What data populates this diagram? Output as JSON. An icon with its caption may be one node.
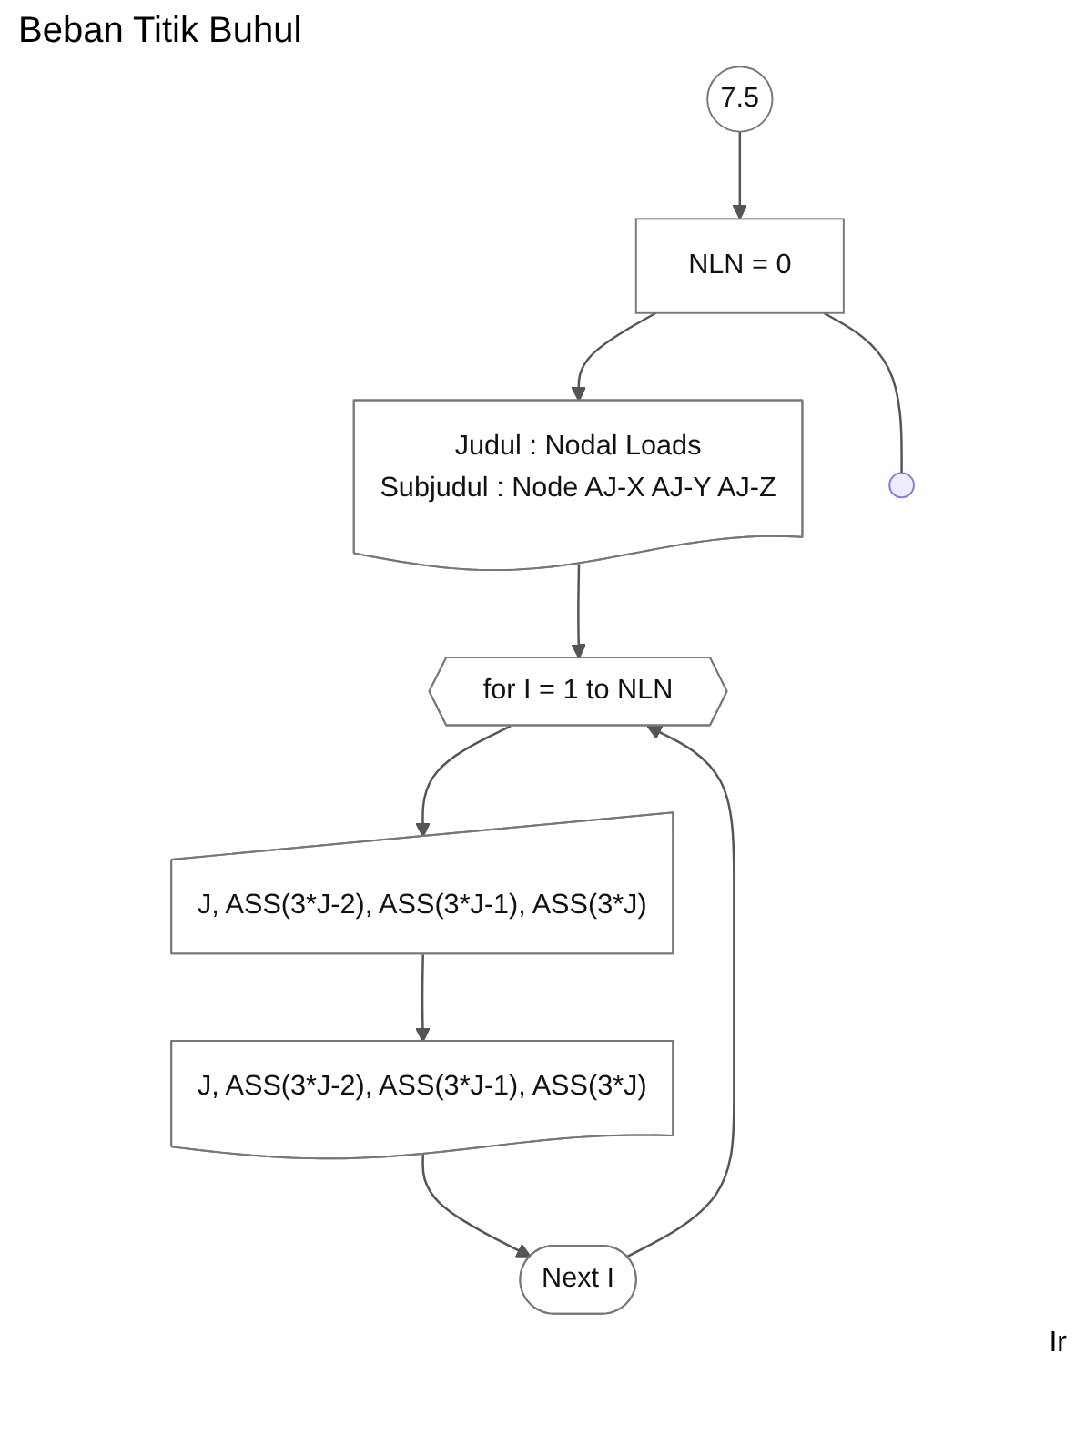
{
  "diagram": {
    "title": "Beban Titik Buhul",
    "nodes": [
      {
        "text": [
          "7.5"
        ]
      },
      {
        "text": [
          "NLN = 0"
        ]
      },
      {
        "text": [
          "Judul : Nodal Loads",
          "Subjudul : Node AJ-X AJ-Y AJ-Z"
        ]
      },
      {
        "text": [
          "for I = 1 to NLN"
        ]
      },
      {
        "text": [
          "J, ASS(3*J-2), ASS(3*J-1), ASS(3*J)"
        ]
      },
      {
        "text": [
          "J, ASS(3*J-2), ASS(3*J-1), ASS(3*J)"
        ]
      },
      {
        "text": [
          "Next I"
        ]
      }
    ],
    "edges": [
      {
        "from": 0,
        "to": 1,
        "arrow": "to"
      },
      {
        "from": 1,
        "to": 2,
        "arrow": "to"
      },
      {
        "from": 2,
        "to": 3,
        "arrow": "to"
      },
      {
        "from": 3,
        "to": 4,
        "arrow": "to"
      },
      {
        "from": 4,
        "to": 5,
        "arrow": "to"
      },
      {
        "from": 5,
        "to": 6,
        "arrow": "to"
      },
      {
        "from": 6,
        "to": 3,
        "arrow": "to"
      },
      {
        "from": 1,
        "to": null,
        "arrow": "none"
      }
    ],
    "labels": [
      "Ir"
    ]
  }
}
